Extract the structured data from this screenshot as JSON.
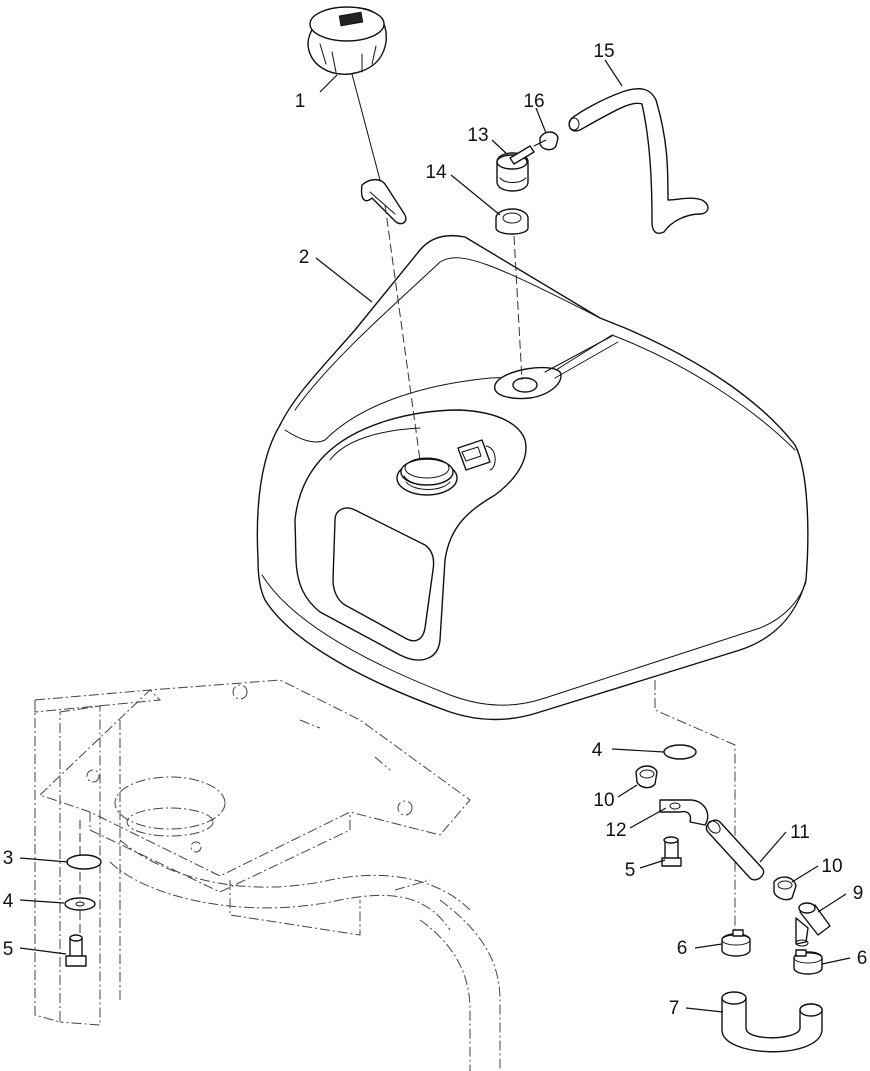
{
  "callouts": [
    {
      "id": "c1",
      "label": "1"
    },
    {
      "id": "c2",
      "label": "2"
    },
    {
      "id": "c3",
      "label": "3"
    },
    {
      "id": "c4a",
      "label": "4"
    },
    {
      "id": "c4b",
      "label": "4"
    },
    {
      "id": "c5a",
      "label": "5"
    },
    {
      "id": "c5b",
      "label": "5"
    },
    {
      "id": "c6a",
      "label": "6"
    },
    {
      "id": "c6b",
      "label": "6"
    },
    {
      "id": "c7",
      "label": "7"
    },
    {
      "id": "c9",
      "label": "9"
    },
    {
      "id": "c10a",
      "label": "10"
    },
    {
      "id": "c10b",
      "label": "10"
    },
    {
      "id": "c11",
      "label": "11"
    },
    {
      "id": "c12",
      "label": "12"
    },
    {
      "id": "c13",
      "label": "13"
    },
    {
      "id": "c14",
      "label": "14"
    },
    {
      "id": "c15",
      "label": "15"
    },
    {
      "id": "c16",
      "label": "16"
    }
  ]
}
